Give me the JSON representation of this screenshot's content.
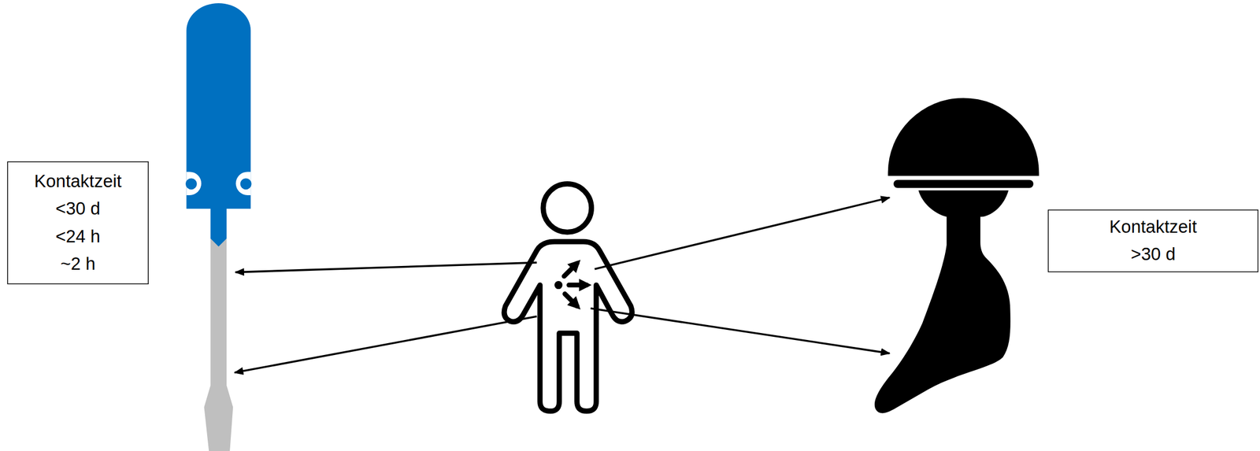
{
  "diagram": {
    "nodes": [
      {
        "text": [
          "Kontaktzeit",
          "<30 d",
          "<24 h",
          "~2 h"
        ]
      },
      {
        "text": [
          "Kontaktzeit",
          ">30 d"
        ]
      }
    ]
  }
}
